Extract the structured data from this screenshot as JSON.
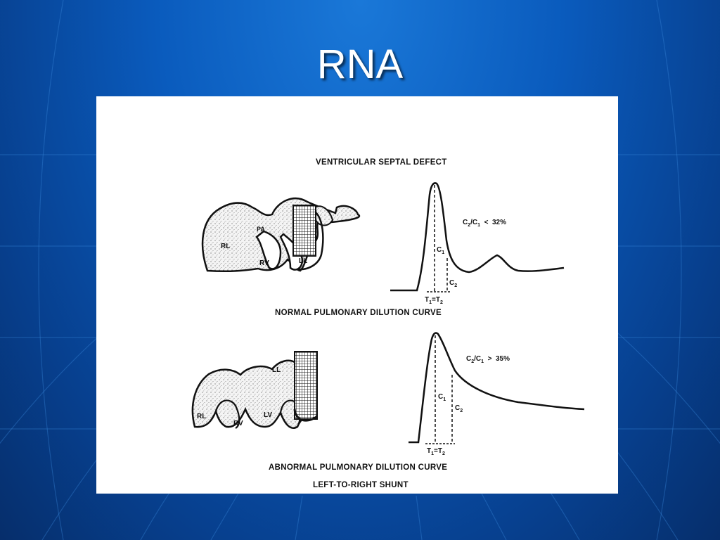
{
  "slide": {
    "title": "RNA",
    "background_color": "#0a5bbd"
  },
  "figure": {
    "heading": "VENTRICULAR SEPTAL DEFECT",
    "normal": {
      "caption": "NORMAL PULMONARY DILUTION CURVE",
      "ratio_label": "C",
      "ratio_sub1": "2",
      "ratio_mid": "/C",
      "ratio_sub2": "1",
      "ratio_tail": "  <  32%",
      "heart_labels": {
        "rl": "RL",
        "pa": "PA",
        "rv": "RV",
        "ll": "LL"
      },
      "curve_labels": {
        "c1": "C",
        "c1_sub": "1",
        "c2": "C",
        "c2_sub": "2",
        "t": "T",
        "t1_sub": "1",
        "t_eq": "=T",
        "t2_sub": "2"
      }
    },
    "abnormal": {
      "caption": "ABNORMAL PULMONARY DILUTION CURVE",
      "caption2": "LEFT-TO-RIGHT SHUNT",
      "ratio_label": "C",
      "ratio_sub1": "2",
      "ratio_mid": "/C",
      "ratio_sub2": "1",
      "ratio_tail": "  >  35%",
      "heart_labels": {
        "rl": "RL",
        "rv": "RV",
        "lv": "LV",
        "ll": "LL"
      },
      "curve_labels": {
        "c1": "C",
        "c1_sub": "1",
        "c2": "C",
        "c2_sub": "2",
        "t": "T",
        "t1_sub": "1",
        "t_eq": "=T",
        "t2_sub": "2"
      }
    }
  }
}
